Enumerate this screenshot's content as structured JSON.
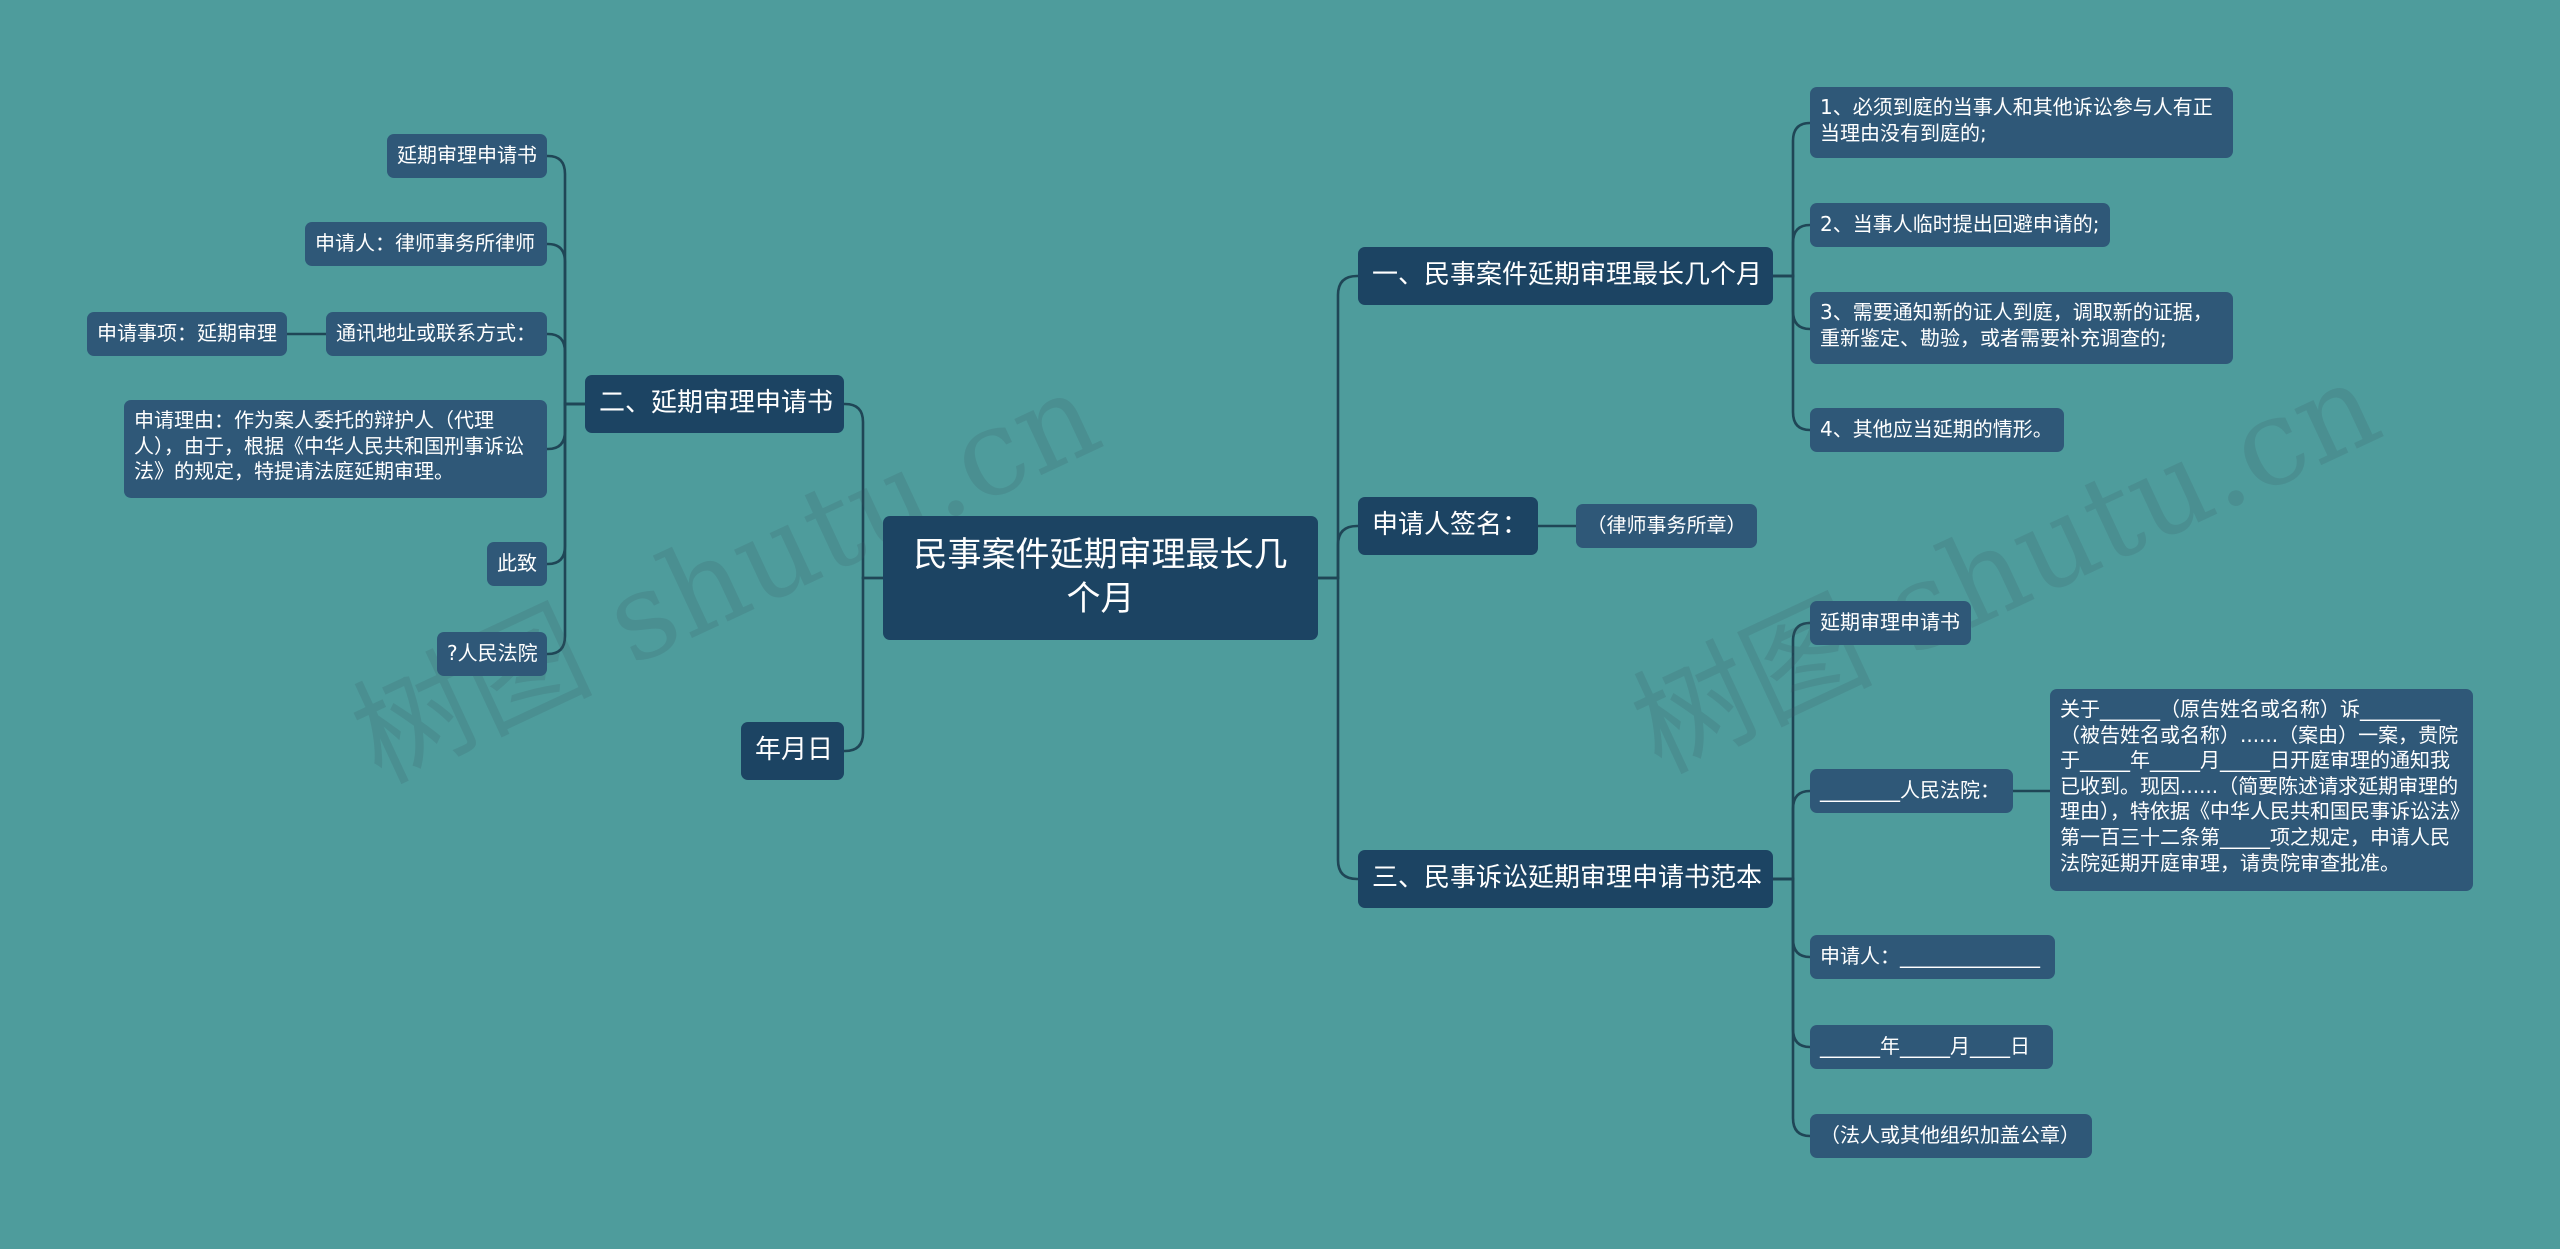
{
  "root": {
    "title": "民事案件延期审理最长几个月"
  },
  "branch_one": {
    "label": "一、民事案件延期审理最长几个月",
    "items": [
      "1、必须到庭的当事人和其他诉讼参与人有正当理由没有到庭的;",
      "2、当事人临时提出回避申请的;",
      "3、需要通知新的证人到庭，调取新的证据，重新鉴定、勘验，或者需要补充调查的;",
      "4、其他应当延期的情形。"
    ]
  },
  "branch_sign": {
    "label": "申请人签名：",
    "child": "（律师事务所章）"
  },
  "branch_three": {
    "label": "三、民事诉讼延期审理申请书范本",
    "items": [
      "延期审理申请书",
      "________人民法院：",
      "申请人：______________",
      "______年_____月____日",
      "（法人或其他组织加盖公章）"
    ],
    "court_detail": "关于______（原告姓名或名称）诉________（被告姓名或名称）......（案由）一案，贵院于_____年_____月_____日开庭审理的通知我已收到。现因......（简要陈述请求延期审理的理由），特依据《中华人民共和国民事诉讼法》第一百三十二条第_____项之规定，申请人民法院延期开庭审理，请贵院审查批准。"
  },
  "branch_two": {
    "label": "二、延期审理申请书",
    "items": [
      "延期审理申请书",
      "申请人：律师事务所律师",
      "通讯地址或联系方式：",
      "申请理由：作为案人委托的辩护人（代理人），由于，根据《中华人民共和国刑事诉讼法》的规定，特提请法庭延期审理。",
      "此致",
      "?人民法院"
    ],
    "matter": "申请事项：延期审理"
  },
  "branch_date": {
    "label": "年月日"
  },
  "watermark": "树图 shutu.cn",
  "colors": {
    "background": "#4e9c9c",
    "main_node": "#1c4463",
    "leaf_node": "#2f5878",
    "link": "#1f4656"
  }
}
